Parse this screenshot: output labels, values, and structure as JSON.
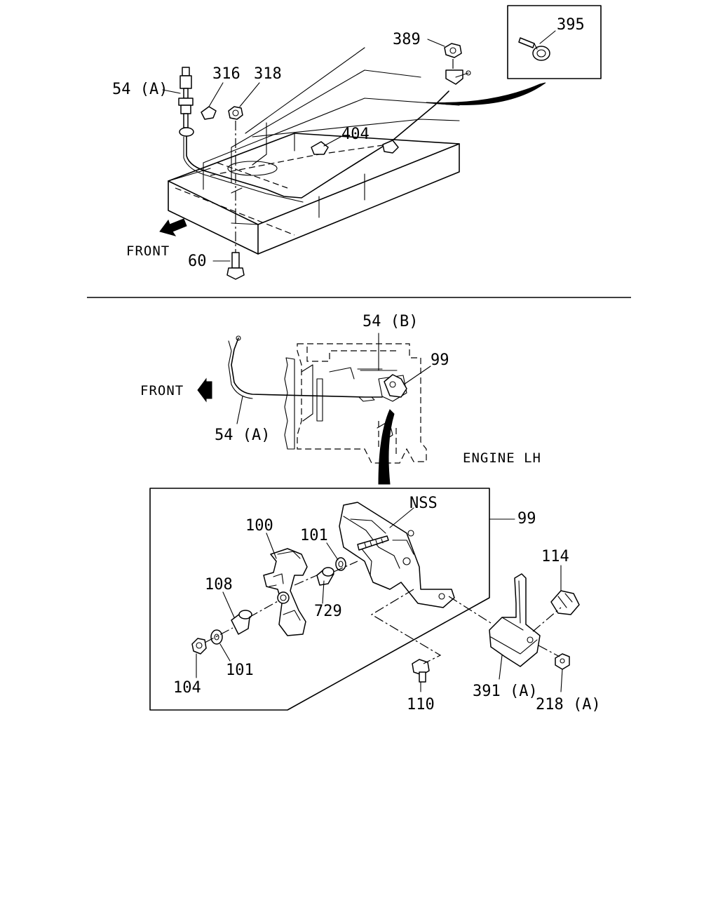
{
  "top": {
    "labels": {
      "p389": "389",
      "p395": "395",
      "p316": "316",
      "p318": "318",
      "p54a": "54 (A)",
      "p404": "404",
      "front": "FRONT",
      "p60": "60"
    }
  },
  "bottom": {
    "labels": {
      "p54b": "54 (B)",
      "p99": "99",
      "front": "FRONT",
      "p54a": "54 (A)",
      "engine": "ENGINE LH"
    }
  },
  "detail": {
    "labels": {
      "nss": "NSS",
      "p99": "99",
      "p100": "100",
      "p101a": "101",
      "p108": "108",
      "p729": "729",
      "p114": "114",
      "p104": "104",
      "p101b": "101",
      "p110": "110",
      "p391a": "391 (A)",
      "p218a": "218 (A)"
    }
  }
}
